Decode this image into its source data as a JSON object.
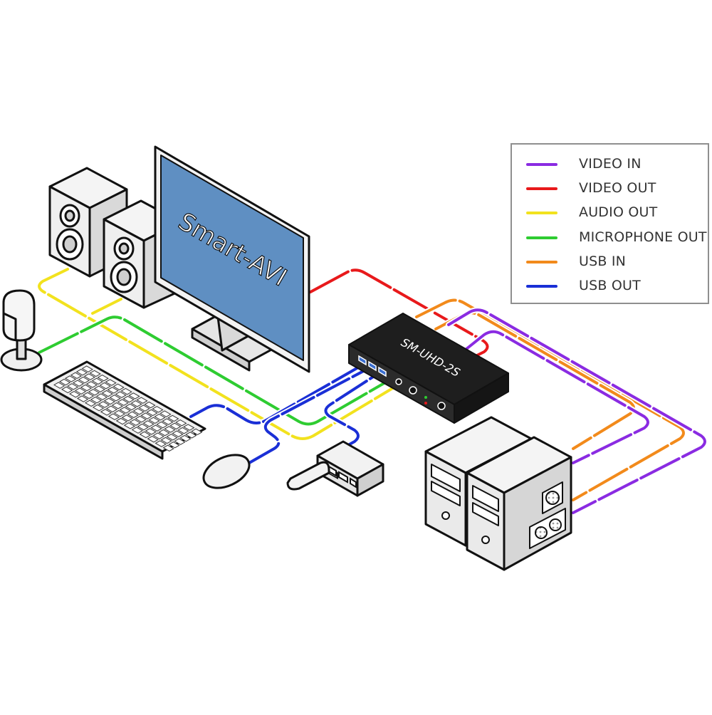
{
  "monitor": {
    "brand": "Smart-AVI"
  },
  "switch": {
    "model": "SM-UHD-2S"
  },
  "legend": {
    "items": [
      {
        "label": "VIDEO IN",
        "color": "#8a2be2"
      },
      {
        "label": "VIDEO OUT",
        "color": "#e8191b"
      },
      {
        "label": "AUDIO OUT",
        "color": "#f2e21e"
      },
      {
        "label": "MICROPHONE OUT",
        "color": "#2ecc31"
      },
      {
        "label": "USB IN",
        "color": "#f28a1b"
      },
      {
        "label": "USB OUT",
        "color": "#1a2fd6"
      }
    ]
  }
}
